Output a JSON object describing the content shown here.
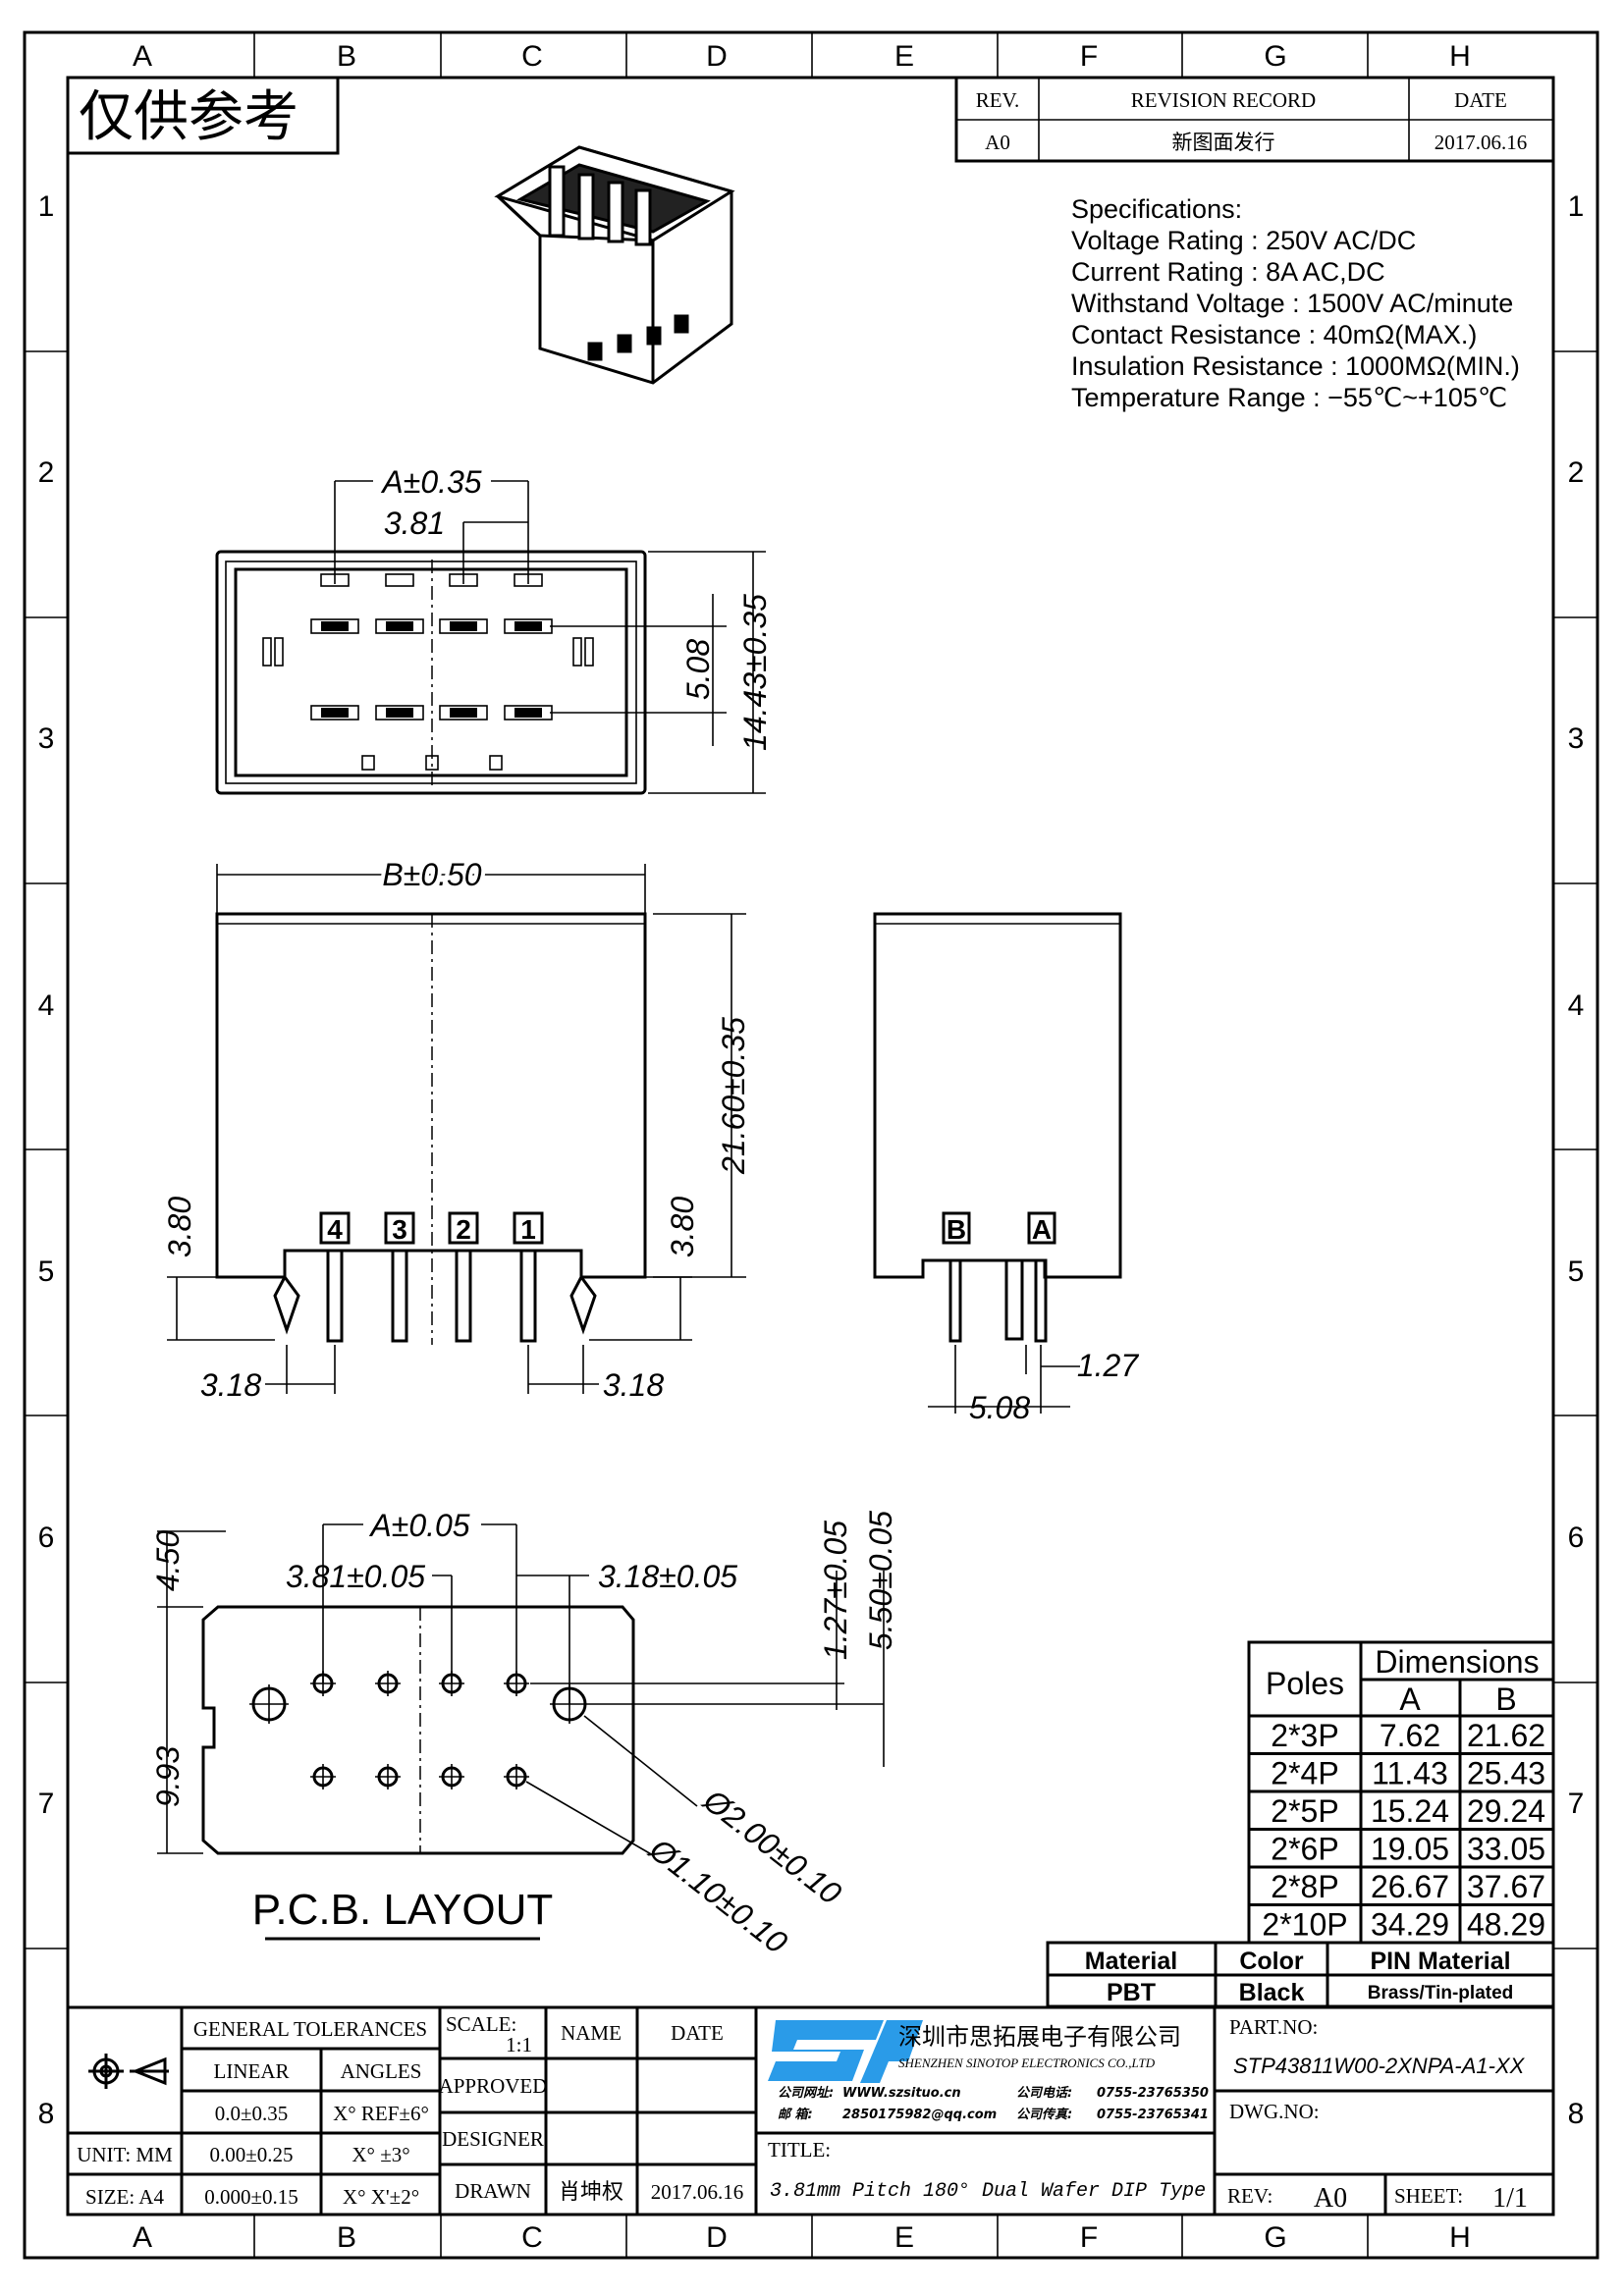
{
  "grid": {
    "columns": [
      "A",
      "B",
      "C",
      "D",
      "E",
      "F",
      "G",
      "H"
    ],
    "rows": [
      "1",
      "2",
      "3",
      "4",
      "5",
      "6",
      "7",
      "8"
    ]
  },
  "watermark": "仅供参考",
  "revision": {
    "headers": {
      "rev": "REV.",
      "record": "REVISION RECORD",
      "date": "DATE"
    },
    "row": {
      "rev": "A0",
      "record": "新图面发行",
      "date": "2017.06.16"
    }
  },
  "specs": {
    "title": "Specifications:",
    "lines": [
      "Voltage  Rating  :  250V  AC/DC",
      "Current  Rating  :  8A  AC,DC",
      "Withstand  Voltage  :  1500V  AC/minute",
      "Contact  Resistance  :  40mΩ(MAX.)",
      "Insulation  Resistance  :  1000MΩ(MIN.)",
      "Temperature  Range  :  −55℃~+105℃"
    ]
  },
  "top_view": {
    "dim_a": "A±0.35",
    "dim_pitch": "3.81",
    "dim_row": "5.08",
    "dim_height": "14.43±0.35"
  },
  "front_view": {
    "dim_b": "B±0.50",
    "dim_height": "21.60±0.35",
    "dim_left_pin": "3.80",
    "dim_right_pin": "3.80",
    "dim_left_peg": "3.18",
    "dim_right_peg": "3.18",
    "pin_labels": [
      "4",
      "3",
      "2",
      "1"
    ]
  },
  "side_view": {
    "row_labels": [
      "B",
      "A"
    ],
    "dim_pin": "1.27",
    "dim_row": "5.08"
  },
  "pcb": {
    "title": "P.C.B.  LAYOUT",
    "dim_a": "A±0.05",
    "dim_pitch": "3.81±0.05",
    "dim_peg": "3.18±0.05",
    "dim_top": "4.50",
    "dim_height": "9.93",
    "dim_offset1": "1.27±0.05",
    "dim_offset2": "5.50±0.05",
    "dim_big_hole": "Ø2.00±0.10",
    "dim_small_hole": "Ø1.10±0.10"
  },
  "dim_table": {
    "poles_header": "Poles",
    "dims_header": "Dimensions",
    "col_a": "A",
    "col_b": "B",
    "rows": [
      {
        "poles": "2*3P",
        "a": "7.62",
        "b": "21.62"
      },
      {
        "poles": "2*4P",
        "a": "11.43",
        "b": "25.43"
      },
      {
        "poles": "2*5P",
        "a": "15.24",
        "b": "29.24"
      },
      {
        "poles": "2*6P",
        "a": "19.05",
        "b": "33.05"
      },
      {
        "poles": "2*8P",
        "a": "26.67",
        "b": "37.67"
      },
      {
        "poles": "2*10P",
        "a": "34.29",
        "b": "48.29"
      }
    ]
  },
  "material_table": {
    "headers": {
      "material": "Material",
      "color": "Color",
      "pin": "PIN  Material"
    },
    "values": {
      "material": "PBT",
      "color": "Black",
      "pin": "Brass/Tin-plated"
    }
  },
  "title_block": {
    "general_tolerances": "GENERAL  TOLERANCES",
    "linear": "LINEAR",
    "angles": "ANGLES",
    "tol_rows": [
      {
        "linear": "0.0±0.35",
        "angle": "X° REF±6°"
      },
      {
        "linear": "0.00±0.25",
        "angle": "X° ±3°"
      },
      {
        "linear": "0.000±0.15",
        "angle": "X° X'±2°"
      }
    ],
    "unit": "UNIT: MM",
    "size": "SIZE: A4",
    "scale_label": "SCALE:",
    "scale_value": "1:1",
    "name": "NAME",
    "date": "DATE",
    "approved": "APPROVED",
    "designer": "DESIGNER",
    "drawn": "DRAWN",
    "drawn_name": "肖坤权",
    "drawn_date": "2017.06.16",
    "company_logo": "STP",
    "company_cn": "深圳市思拓展电子有限公司",
    "company_en": "SHENZHEN SINOTOP ELECTRONICS CO.,LTD",
    "web_label": "公司网址:",
    "web": "WWW.szsituo.cn",
    "phone_label": "公司电话:",
    "phone": "0755-23765350",
    "email_label": "邮    箱:",
    "email": "2850175982@qq.com",
    "fax_label": "公司传真:",
    "fax": "0755-23765341",
    "title_label": "TITLE:",
    "title": "3.81mm Pitch 180° Dual Wafer DIP Type",
    "part_no_label": "PART.NO:",
    "part_no": "STP43811W00-2XNPA-A1-XX",
    "dwg_no_label": "DWG.NO:",
    "rev_label": "REV:",
    "rev": "A0",
    "sheet_label": "SHEET:",
    "sheet": "1/1"
  },
  "colors": {
    "ink": "#000000",
    "logo_blue": "#2a9be8"
  }
}
